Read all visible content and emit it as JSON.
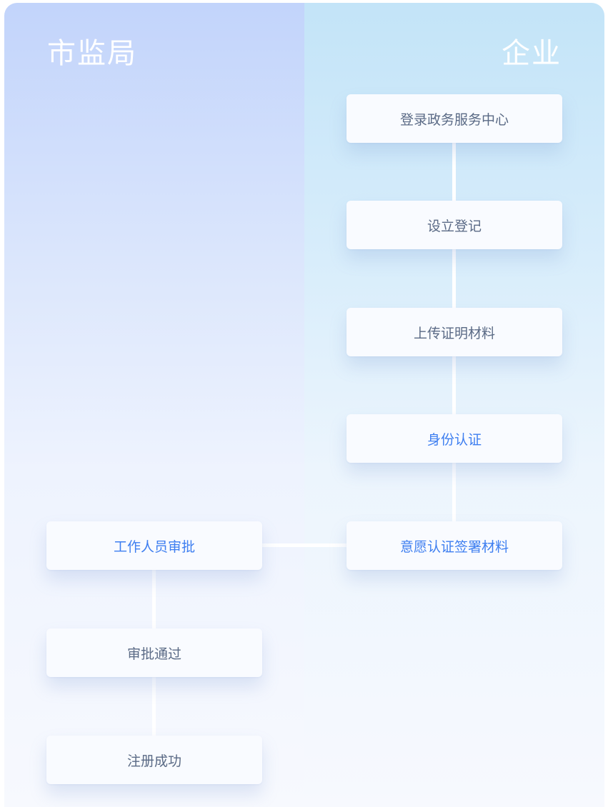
{
  "lanes": {
    "left_title": "市监局",
    "right_title": "企业"
  },
  "steps": {
    "right": [
      {
        "label": "登录政务服务中心",
        "accent": false
      },
      {
        "label": "设立登记",
        "accent": false
      },
      {
        "label": "上传证明材料",
        "accent": false
      },
      {
        "label": "身份认证",
        "accent": true
      },
      {
        "label": "意愿认证签署材料",
        "accent": true
      }
    ],
    "left": [
      {
        "label": "工作人员审批",
        "accent": true
      },
      {
        "label": "审批通过",
        "accent": false
      },
      {
        "label": "注册成功",
        "accent": false
      }
    ]
  },
  "colors": {
    "accent_text": "#3d7ef0",
    "normal_text": "#5a6a85",
    "left_lane_top": "#c2d4fb",
    "right_lane_top": "#c3e4f8"
  }
}
